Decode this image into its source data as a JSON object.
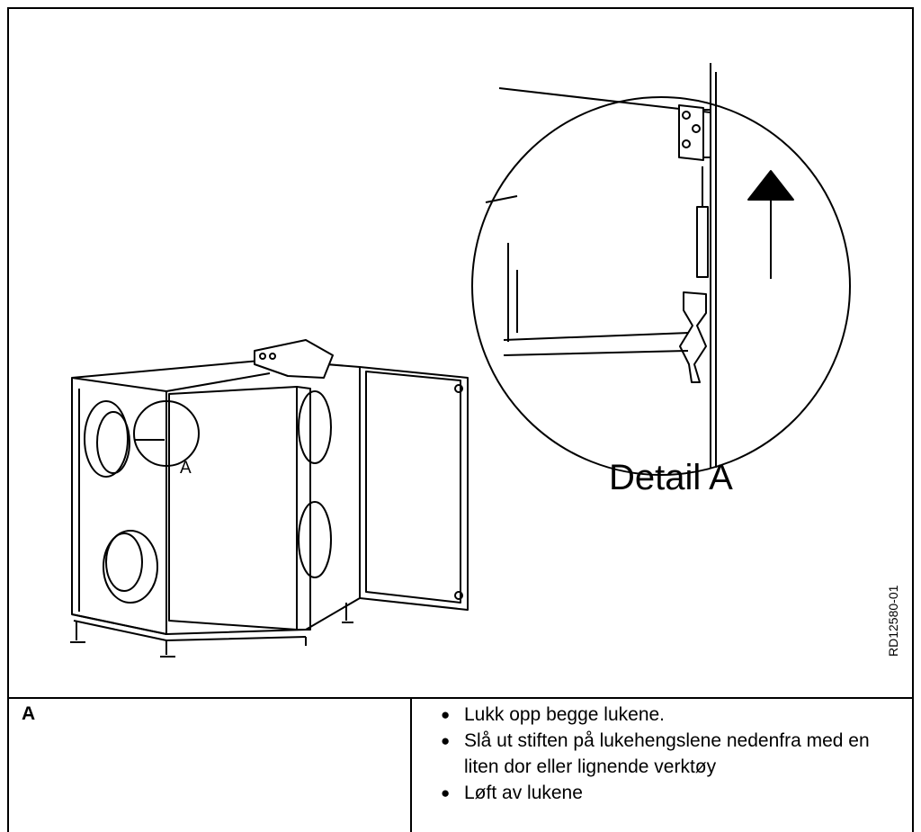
{
  "figure": {
    "callout_label": "A",
    "detail_caption": "Detail A",
    "reference_code": "RD12580-01"
  },
  "legend": {
    "key": "A",
    "steps": [
      "Lukk opp begge lukene.",
      "Slå ut stiften på lukehengslene nedenfra med en liten dor eller lignende verktøy",
      "Løft av lukene"
    ]
  }
}
